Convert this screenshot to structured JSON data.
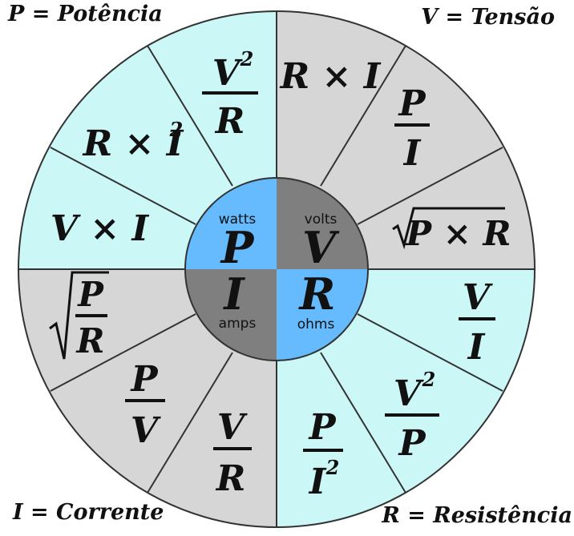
{
  "corners": {
    "power": "P = Potência",
    "voltage": "V = Tensão",
    "current": "I = Corrente",
    "resistance": "R = Resistência"
  },
  "center": {
    "P": {
      "symbol": "P",
      "unit": "watts"
    },
    "V": {
      "symbol": "V",
      "unit": "volts"
    },
    "I": {
      "symbol": "I",
      "unit": "amps"
    },
    "R": {
      "symbol": "R",
      "unit": "ohms"
    }
  },
  "formulas": {
    "P_V2_R": {
      "num": "V",
      "exp": "2",
      "den": "R"
    },
    "P_R_I2": {
      "text": "R × I",
      "exp": "2"
    },
    "P_V_I": {
      "text": "V × I"
    },
    "V_R_I": {
      "text": "R × I"
    },
    "V_P_I": {
      "num": "P",
      "den": "I"
    },
    "V_sqrt_PR": {
      "text": "P × R"
    },
    "I_sqrt_P_R": {
      "num": "P",
      "den": "R"
    },
    "I_P_V": {
      "num": "P",
      "den": "V"
    },
    "I_V_R": {
      "num": "V",
      "den": "R"
    },
    "R_V_I": {
      "num": "V",
      "den": "I"
    },
    "R_V2_P": {
      "num": "V",
      "exp": "2",
      "den": "P"
    },
    "R_P_I2": {
      "num": "P",
      "den": "I",
      "exp": "2"
    }
  },
  "colors": {
    "power_quadrant": "#ccf7f7",
    "voltage_quadrant": "#d6d6d6",
    "current_quadrant": "#d6d6d6",
    "resistance_quadrant": "#ccf7f7",
    "center_light": "#66bbff",
    "center_dark": "#7f7f7f",
    "line": "#333333"
  }
}
